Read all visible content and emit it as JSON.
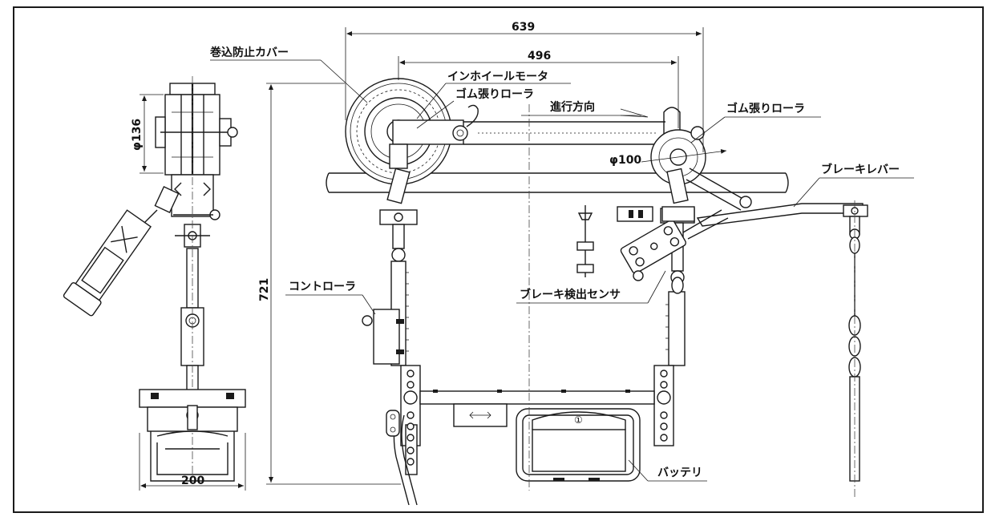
{
  "labels": {
    "cover": "巻込防止カバー",
    "in_wheel_motor": "インホイールモータ",
    "rubber_roller_1": "ゴム張りローラ",
    "direction": "進行方向",
    "rubber_roller_2": "ゴム張りローラ",
    "brake_lever": "ブレーキレバー",
    "controller": "コントローラ",
    "brake_sensor": "ブレーキ検出センサ",
    "battery": "バッテリ"
  },
  "dimensions": {
    "width_639": "639",
    "width_496": "496",
    "height_721": "721",
    "dia_136": "φ136",
    "dia_100": "φ100",
    "width_200": "200"
  }
}
